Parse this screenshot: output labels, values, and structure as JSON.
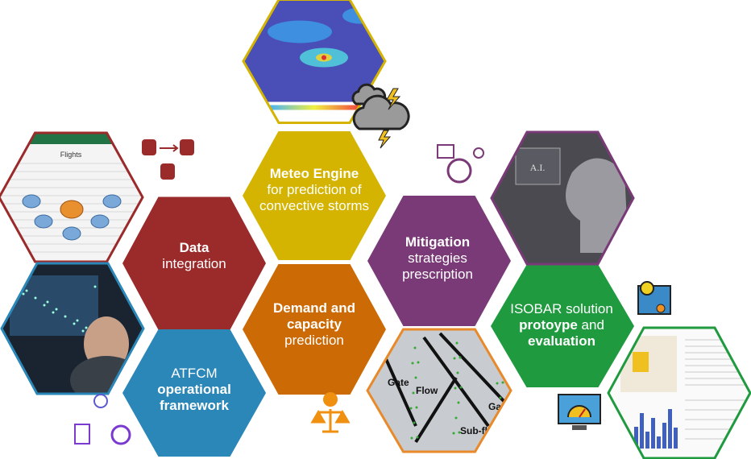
{
  "hexagons": {
    "data": {
      "bold": "Data",
      "text": "integration",
      "color": "#9b2a2a"
    },
    "meteo": {
      "bold": "Meteo Engine",
      "text": "for prediction of convective storms",
      "color": "#d4b400"
    },
    "mitigation": {
      "bold": "Mitigation",
      "text": "strategies prescription",
      "color": "#7a3a77"
    },
    "demand": {
      "bold": "Demand and capacity",
      "text": "prediction",
      "color": "#cc6a05"
    },
    "atfcm": {
      "text": "ATFCM",
      "bold": "operational framework",
      "color": "#2a87b8"
    },
    "isobar": {
      "text": "ISOBAR solution",
      "bold1": "protoype",
      "and": " and",
      "bold2": "evaluation",
      "color": "#1f9a3f"
    }
  },
  "images": {
    "meteo_map": {
      "border": "#d4b400"
    },
    "flights_table": {
      "title": "Flights",
      "border": "#9b2a2a"
    },
    "control_room": {
      "border": "#2a87b8"
    },
    "ai_head": {
      "text": "A.I.",
      "border": "#7a3a77"
    },
    "flow_map": {
      "labels": [
        "Gate",
        "Flow",
        "Gates",
        "Sub-flow"
      ],
      "border": "#e8892a"
    },
    "isobar_screen": {
      "border": "#1f9a3f"
    }
  }
}
